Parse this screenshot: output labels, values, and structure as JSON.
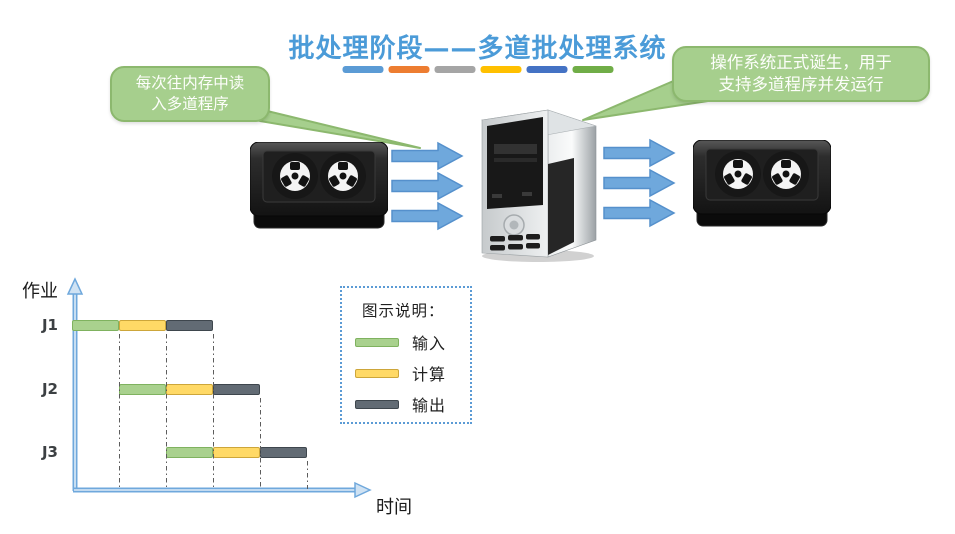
{
  "title": {
    "text": "批处理阶段——多道批处理系统",
    "color": "#4b9bd8",
    "underline_colors": [
      "#5b9bd5",
      "#ed7d31",
      "#a5a5a5",
      "#ffc000",
      "#4472c4",
      "#70ad47"
    ]
  },
  "callouts": {
    "left": {
      "line1": "每次往内存中读",
      "line2": "入多道程序"
    },
    "right": {
      "line1": "操作系统正式诞生，用于",
      "line2": "支持多道程序并发运行"
    },
    "fill": "#a6cf8d",
    "border": "#8cb86e"
  },
  "flow": {
    "left_device_icon": "magnetic-tape-unit",
    "center_device_icon": "computer-tower",
    "right_device_icon": "magnetic-tape-unit",
    "left_arrow_count": 3,
    "right_arrow_count": 3,
    "arrow_fill": "#6fa8dc",
    "arrow_stroke": "#5590cc"
  },
  "chart_data": {
    "type": "gantt",
    "ylabel": "作业",
    "xlabel": "时间",
    "axis_color": "#6fa8dc",
    "categories": [
      "J1",
      "J2",
      "J3"
    ],
    "phases": [
      "输入",
      "计算",
      "输出"
    ],
    "phase_colors": {
      "输入": "#a9d18e",
      "计算": "#ffd966",
      "输出": "#626b74"
    },
    "phase_borders": {
      "输入": "#7fb25f",
      "计算": "#cda63a",
      "输出": "#3e464d"
    },
    "x_range_units": [
      0,
      6
    ],
    "jobs": [
      {
        "label": "J1",
        "segments": [
          {
            "phase": "输入",
            "start": 0,
            "end": 1
          },
          {
            "phase": "计算",
            "start": 1,
            "end": 2
          },
          {
            "phase": "输出",
            "start": 2,
            "end": 3
          }
        ]
      },
      {
        "label": "J2",
        "segments": [
          {
            "phase": "输入",
            "start": 1,
            "end": 2
          },
          {
            "phase": "计算",
            "start": 2,
            "end": 3
          },
          {
            "phase": "输出",
            "start": 3,
            "end": 4
          }
        ]
      },
      {
        "label": "J3",
        "segments": [
          {
            "phase": "输入",
            "start": 2,
            "end": 3
          },
          {
            "phase": "计算",
            "start": 3,
            "end": 4
          },
          {
            "phase": "输出",
            "start": 4,
            "end": 5
          }
        ]
      }
    ],
    "guides": [
      {
        "t": 1,
        "from_job": 0
      },
      {
        "t": 2,
        "from_job": 0
      },
      {
        "t": 3,
        "from_job": 0
      },
      {
        "t": 4,
        "from_job": 1
      },
      {
        "t": 5,
        "from_job": 2
      }
    ],
    "legend": {
      "title": "图示说明：",
      "items": [
        {
          "label": "输入",
          "color": "#a9d18e",
          "border": "#7fb25f"
        },
        {
          "label": "计算",
          "color": "#ffd966",
          "border": "#cda63a"
        },
        {
          "label": "输出",
          "color": "#626b74",
          "border": "#3e464d"
        }
      ]
    }
  }
}
